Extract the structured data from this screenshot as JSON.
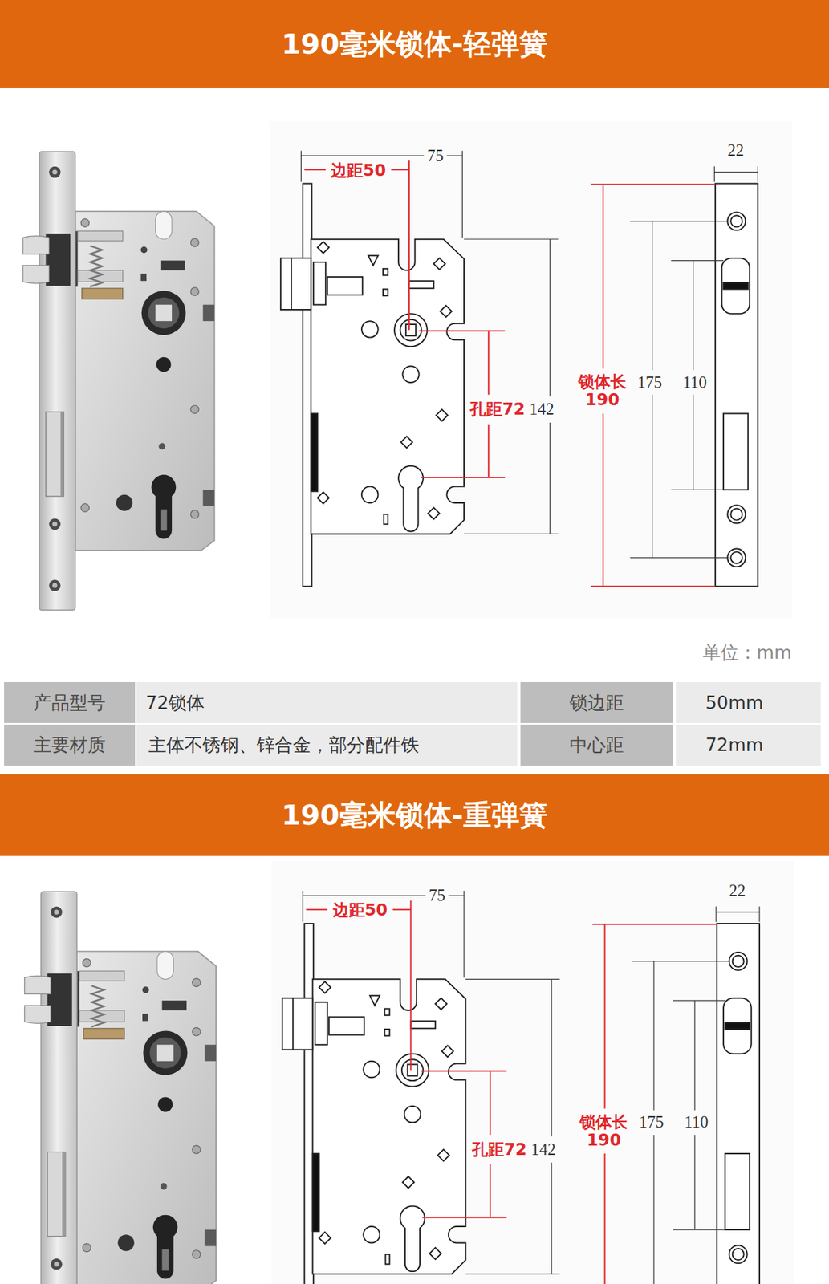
{
  "diagram": {
    "nodes": [
      {
        "text": [
          "190毫米锁体-轻弹簧"
        ]
      },
      {
        "text": [
          "190毫米锁体-重弹簧"
        ]
      }
    ],
    "labels": [
      "边距50",
      "75",
      "22",
      "锁体长 190",
      "175",
      "110",
      "孔距72",
      "142",
      "单位：mm",
      "产品型号",
      "72锁体",
      "锁边距",
      "50mm",
      "主要材质",
      "主体不锈钢、锌合金，部分配件铁",
      "中心距",
      "72mm",
      "边距50",
      "75",
      "22",
      "锁体长 190",
      "175",
      "110",
      "孔距72",
      "142"
    ]
  }
}
